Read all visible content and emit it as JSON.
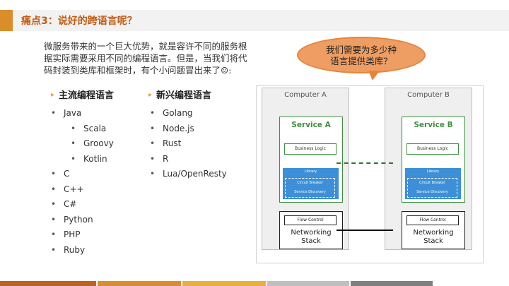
{
  "slide": {
    "title": "痛点3：说好的跨语言呢？",
    "intro_lines": [
      "微服务带来的一个巨大优势，就是容许不同的服务根",
      "据实际需要采用不同的编程语言。但是，当我们将代",
      "码封装到类库和框架时，有个小问题冒出来了☺:"
    ],
    "bubble_lines": [
      "我们需要为多少种",
      "语言提供类库？"
    ],
    "accent_color": "#d98e2a"
  },
  "mainstream": {
    "heading": "主流编程语言",
    "items": [
      {
        "label": "Java",
        "level": 0
      },
      {
        "label": "Scala",
        "level": 1
      },
      {
        "label": "Groovy",
        "level": 1
      },
      {
        "label": "Kotlin",
        "level": 1
      },
      {
        "label": "C",
        "level": 0
      },
      {
        "label": "C++",
        "level": 0
      },
      {
        "label": "C#",
        "level": 0
      },
      {
        "label": "Python",
        "level": 0
      },
      {
        "label": "PHP",
        "level": 0
      },
      {
        "label": "Ruby",
        "level": 0
      }
    ]
  },
  "emerging": {
    "heading": "新兴编程语言",
    "items": [
      {
        "label": "Golang",
        "level": 0
      },
      {
        "label": "Node.js",
        "level": 0
      },
      {
        "label": "Rust",
        "level": 0
      },
      {
        "label": "R",
        "level": 0
      },
      {
        "label": "Lua/OpenResty",
        "level": 0
      }
    ]
  },
  "diagram": {
    "computer_a": "Computer A",
    "computer_b": "Computer B",
    "service_a": "Service A",
    "service_b": "Service B",
    "business_logic": "Business Logic",
    "library": "Library",
    "circuit_breaker": "Circuit Breaker",
    "service_discovery": "Service Discovery",
    "flow_control": "Flow Control",
    "networking": "Networking",
    "stack": "Stack",
    "service_color": "#3f8f3f",
    "library_color": "#3d8fd8"
  },
  "footer_colors": [
    "#c0621c",
    "#d98e2a",
    "#e6b03c",
    "#bfbfbf",
    "#7f7f7f"
  ]
}
